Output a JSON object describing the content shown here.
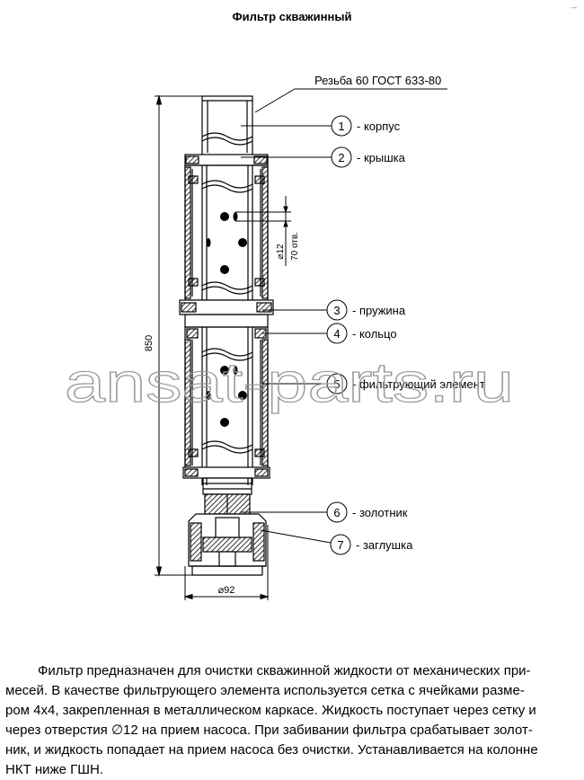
{
  "title": "Фильтр скважинный",
  "thread_label": "Резьба 60 ГОСТ 633-80",
  "callouts": [
    {
      "num": "1",
      "label": "- корпус"
    },
    {
      "num": "2",
      "label": "- крышка"
    },
    {
      "num": "3",
      "label": "- пружина"
    },
    {
      "num": "4",
      "label": "- кольцо"
    },
    {
      "num": "5",
      "label": "- фильтрующий элемент"
    },
    {
      "num": "6",
      "label": "- золотник"
    },
    {
      "num": "7",
      "label": "- заглушка"
    }
  ],
  "dimensions": {
    "height": "850",
    "diameter": "⌀92",
    "hole_diameter": "⌀12",
    "hole_count": "70 отв."
  },
  "watermark": "ansat-parts.ru",
  "description": [
    "Фильтр предназначен для очистки скважинной жидкости от механических при-",
    "месей. В качестве фильтрующего элемента используется сетка с ячейками разме-",
    "ром 4х4, закрепленная в металлическом каркасе. Жидкость поступает через сетку и",
    "через отверстия ∅12 на прием насоса. При забивании фильтра срабатывает золот-",
    "ник, и жидкость попадает на прием насоса без очистки. Устанавливается на колонне",
    "НКТ ниже ГШН."
  ],
  "colors": {
    "line": "#000000",
    "watermark_stroke": "#9a9a9a"
  }
}
